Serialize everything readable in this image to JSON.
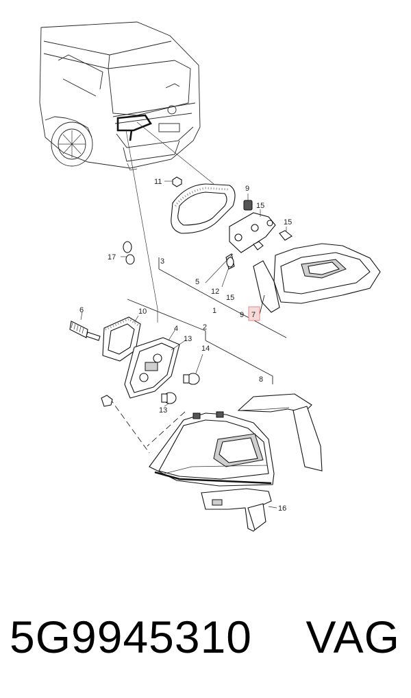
{
  "diagram": {
    "callouts": {
      "c1": "1",
      "c2": "2",
      "c3": "3",
      "c4": "4",
      "c5": "5",
      "c6": "6",
      "c7": "7",
      "c8": "8",
      "c9a": "9",
      "c9b": "9",
      "c10": "10",
      "c11": "11",
      "c12": "12",
      "c13a": "13",
      "c13b": "13",
      "c14": "14",
      "c15a": "15",
      "c15b": "15",
      "c15c": "15",
      "c16": "16",
      "c17": "17"
    },
    "highlight_color": "#f6dada"
  },
  "caption": {
    "part_number": "5G9945310",
    "brand": "VAG"
  }
}
